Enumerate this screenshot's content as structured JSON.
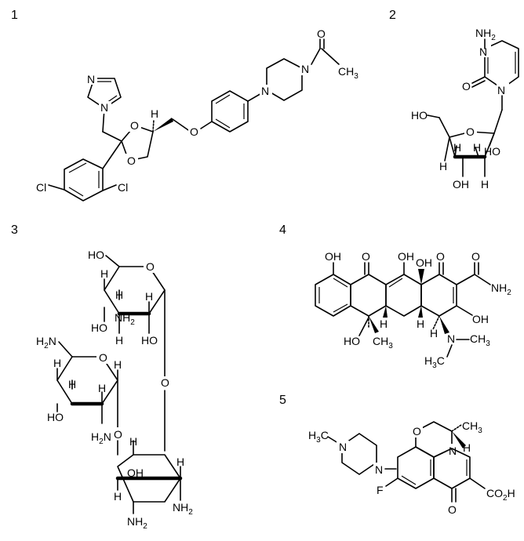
{
  "figure": {
    "structures": [
      {
        "number": "1",
        "atoms": {
          "N_imid_top": "N",
          "N_imid_ring": "N",
          "O_diox_1": "O",
          "O_diox_2": "O",
          "O_ether": "O",
          "N_pip_1": "N",
          "N_pip_2": "N",
          "O_carbonyl": "O",
          "CH3": "CH",
          "CH3_sub": "3",
          "Cl_1": "Cl",
          "Cl_2": "Cl",
          "H": "H"
        }
      },
      {
        "number": "2",
        "atoms": {
          "NH2": "NH",
          "NH2_sub": "2",
          "N_ring_1": "N",
          "N_ring_2": "N",
          "O_carbonyl": "O",
          "HO": "HO",
          "O_ring": "O",
          "H_1": "H",
          "H_2": "H",
          "HO_2": "HO",
          "H_3": "H",
          "OH": "OH",
          "H_4": "H"
        }
      },
      {
        "number": "3",
        "atoms": {
          "HO_top": "HO",
          "O_ring_top": "O",
          "H_a": "H",
          "H_b": "H",
          "HO_a": "HO",
          "NH2_a": "NH",
          "NH2_a_sub": "2",
          "H_c": "H",
          "H_d": "H",
          "HO_b": "HO",
          "H2N_top": "H",
          "H2N_top_sub": "2",
          "H2N_top_N": "N",
          "O_link_1": "O",
          "O_ring_mid": "O",
          "H_e": "H",
          "H_f": "H",
          "H_g": "H",
          "HO_c": "HO",
          "H_h": "H",
          "H2N_mid": "H",
          "H2N_mid_sub": "2",
          "H2N_mid_N": "N",
          "O_link_2": "O",
          "H_i": "H",
          "OH_bot": "OH",
          "H_j": "H",
          "H_k": "H",
          "NH2_bot_1": "NH",
          "NH2_bot_1_sub": "2",
          "NH2_bot_2": "NH",
          "NH2_bot_2_sub": "2"
        }
      },
      {
        "number": "4",
        "atoms": {
          "OH_1": "OH",
          "O_1": "O",
          "OH_2": "OH",
          "OH_3": "OH",
          "O_2": "O",
          "O_3": "O",
          "NH2": "NH",
          "NH2_sub": "2",
          "OH_4": "OH",
          "HO": "HO",
          "CH3": "CH",
          "CH3_sub": "3",
          "H_1": "H",
          "H_2": "H",
          "N": "N",
          "CH3_N": "CH",
          "CH3_N_sub": "3",
          "H3C": "H",
          "H3C_sub": "3",
          "H3C_C": "C",
          "H_3": "H"
        }
      },
      {
        "number": "5",
        "atoms": {
          "H3C": "H",
          "H3C_sub": "3",
          "H3C_C": "C",
          "N_pip_1": "N",
          "N_pip_2": "N",
          "O_ring": "O",
          "CH3": "CH",
          "CH3_sub": "3",
          "H": "H",
          "N_ring": "N",
          "F": "F",
          "O_keto": "O",
          "CO2H": "CO",
          "CO2H_sub": "2",
          "CO2H_H": "H"
        }
      }
    ]
  }
}
